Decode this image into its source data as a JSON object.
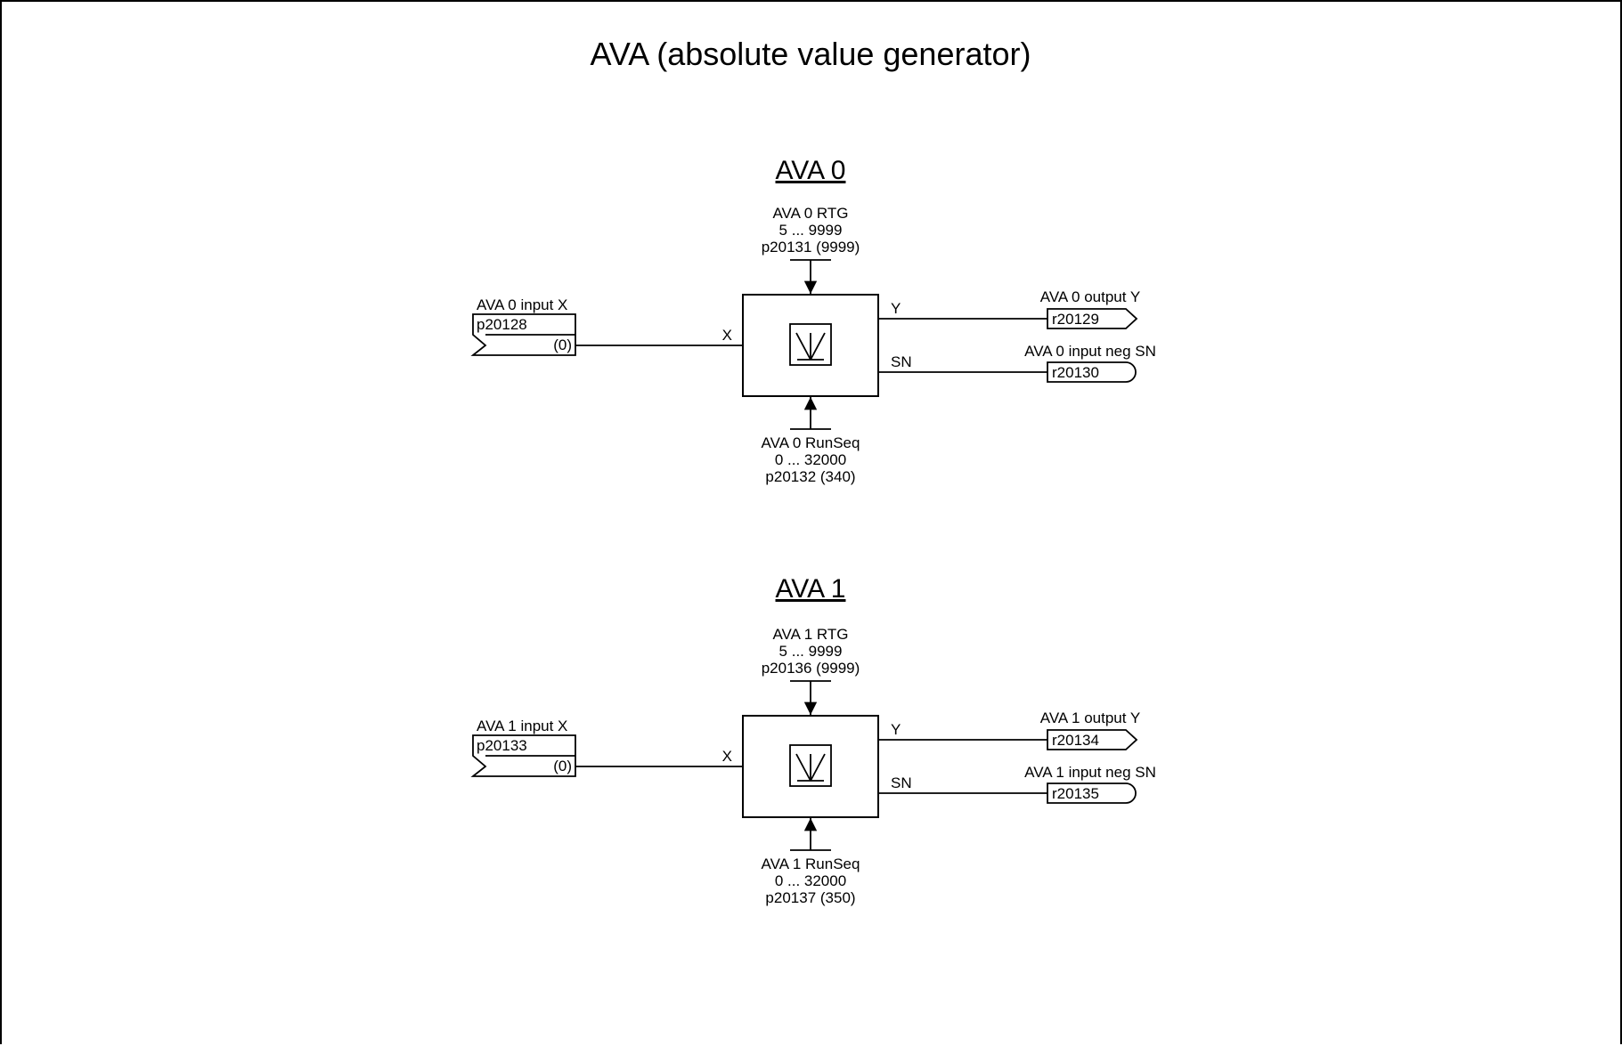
{
  "diagram": {
    "title": "AVA (absolute value generator)",
    "blocks": [
      {
        "name": "AVA 0",
        "rtg": {
          "label": "AVA 0 RTG",
          "range": "5 ... 9999",
          "param": "p20131 (9999)"
        },
        "runseq": {
          "label": "AVA 0 RunSeq",
          "range": "0 ... 32000",
          "param": "p20132 (340)"
        },
        "input": {
          "label": "AVA 0 input X",
          "param": "p20128",
          "default": "(0)",
          "pin": "X"
        },
        "output_y": {
          "label": "AVA 0 output Y",
          "param": "r20129",
          "pin": "Y"
        },
        "output_sn": {
          "label": "AVA 0 input neg SN",
          "param": "r20130",
          "pin": "SN"
        }
      },
      {
        "name": "AVA 1",
        "rtg": {
          "label": "AVA 1 RTG",
          "range": "5 ... 9999",
          "param": "p20136 (9999)"
        },
        "runseq": {
          "label": "AVA 1 RunSeq",
          "range": "0 ... 32000",
          "param": "p20137 (350)"
        },
        "input": {
          "label": "AVA 1 input X",
          "param": "p20133",
          "default": "(0)",
          "pin": "X"
        },
        "output_y": {
          "label": "AVA 1 output Y",
          "param": "r20134",
          "pin": "Y"
        },
        "output_sn": {
          "label": "AVA 1 input neg SN",
          "param": "r20135",
          "pin": "SN"
        }
      }
    ]
  }
}
